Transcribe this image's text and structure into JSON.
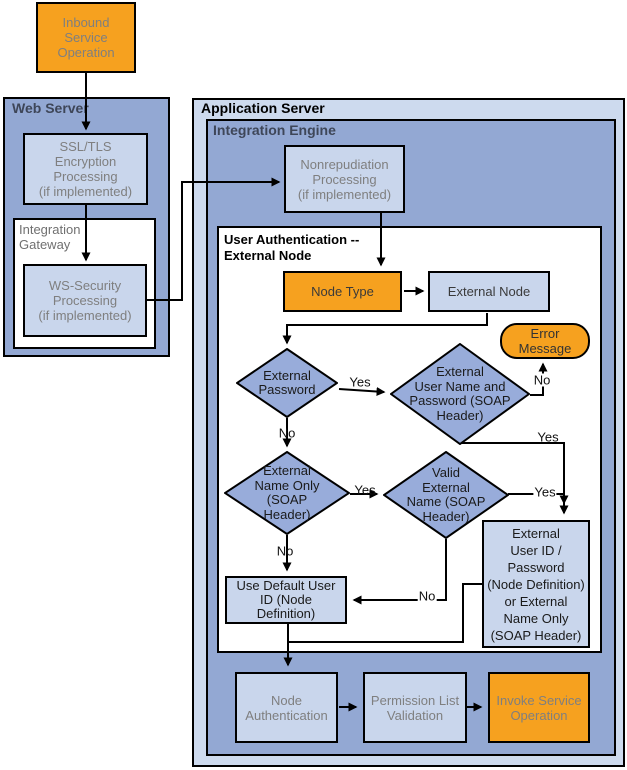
{
  "containers": {
    "web_server": {
      "label": "Web Server"
    },
    "integration_gateway": {
      "label": "Integration\nGateway"
    },
    "application_server": {
      "label": "Application Server"
    },
    "integration_engine": {
      "label": "Integration Engine"
    },
    "user_authentication": {
      "label": "User Authentication --\nExternal Node"
    }
  },
  "nodes": {
    "inbound_service_operation": {
      "label": "Inbound\nService\nOperation",
      "shape": "rect",
      "fill": "orange"
    },
    "ssl_tls_encryption": {
      "label": "SSL/TLS\nEncryption\nProcessing\n(if implemented)",
      "shape": "rect",
      "fill": "light-blue"
    },
    "ws_security": {
      "label": "WS-Security\nProcessing\n(if implemented)",
      "shape": "rect",
      "fill": "light-blue"
    },
    "nonrepudiation": {
      "label": "Nonrepudiation\nProcessing\n(if implemented)",
      "shape": "rect",
      "fill": "light-blue"
    },
    "node_type": {
      "label": "Node Type",
      "shape": "rect",
      "fill": "orange"
    },
    "external_node": {
      "label": "External Node",
      "shape": "rect",
      "fill": "light-blue"
    },
    "error_message": {
      "label": "Error\nMessage",
      "shape": "rounded",
      "fill": "orange"
    },
    "external_password": {
      "label": "External\nPassword",
      "shape": "diamond"
    },
    "external_user_name_and_password": {
      "label": "External\nUser Name and\nPassword (SOAP\nHeader)",
      "shape": "diamond"
    },
    "external_name_only": {
      "label": "External\nName Only\n(SOAP\nHeader)",
      "shape": "diamond"
    },
    "valid_external_name": {
      "label": "Valid\nExternal\nName (SOAP\nHeader)",
      "shape": "diamond"
    },
    "use_default_user_id": {
      "label": "Use Default User\nID (Node\nDefinition)",
      "shape": "rect",
      "fill": "light-blue"
    },
    "external_user_id_password": {
      "label": "External\nUser ID /\nPassword\n(Node Definition)\nor External\nName Only\n(SOAP Header)",
      "shape": "rect",
      "fill": "light-blue"
    },
    "node_authentication": {
      "label": "Node\nAuthentication",
      "shape": "rect",
      "fill": "light-blue"
    },
    "permission_list_validation": {
      "label": "Permission List\nValidation",
      "shape": "rect",
      "fill": "light-blue"
    },
    "invoke_service_operation": {
      "label": "Invoke Service\nOperation",
      "shape": "rect",
      "fill": "orange"
    }
  },
  "edge_labels": {
    "yes": "Yes",
    "no": "No"
  },
  "colors": {
    "orange": "#F6A11F",
    "medium_blue": "#93A8D3",
    "diamond_blue": "#98ACDA",
    "light_blue": "#C9D6EC",
    "container_light_blue": "#CDDAEE",
    "line": "#000000"
  }
}
